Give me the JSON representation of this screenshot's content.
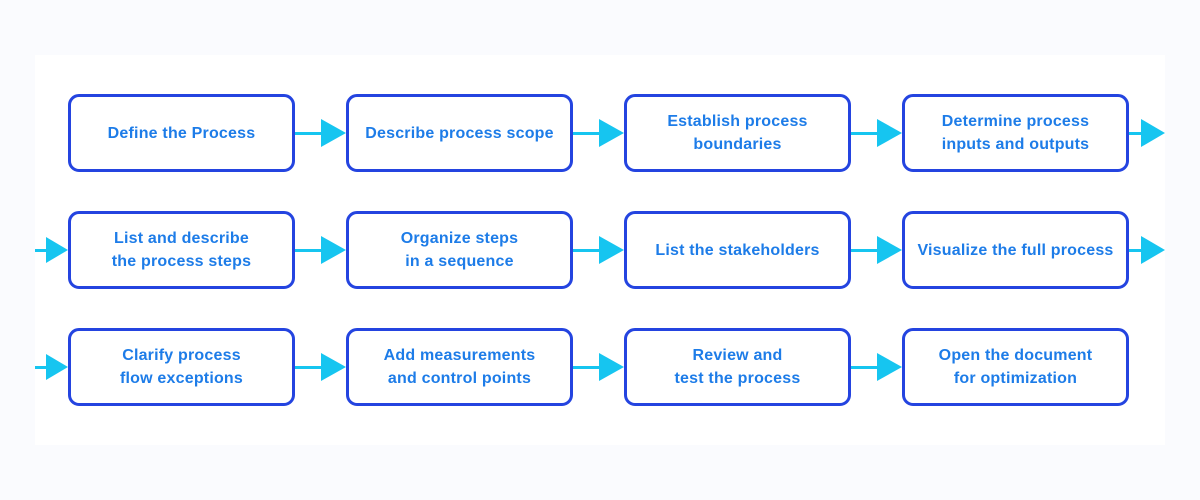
{
  "diagram": {
    "kind": "process-flowchart",
    "colors": {
      "page_background": "#fafbfe",
      "canvas_background": "#ffffff",
      "box_border": "#2444e0",
      "box_text": "#1d7ce8",
      "arrow": "#16c5f0"
    },
    "flow": {
      "rows": [
        {
          "has_incoming_edge_arrow": false,
          "has_outgoing_edge_arrow": true,
          "boxes": [
            {
              "text": "Define the Process"
            },
            {
              "text": "Describe process scope"
            },
            {
              "text": "Establish process\nboundaries"
            },
            {
              "text": "Determine process\ninputs and outputs"
            }
          ]
        },
        {
          "has_incoming_edge_arrow": true,
          "has_outgoing_edge_arrow": true,
          "boxes": [
            {
              "text": "List and describe\nthe process steps"
            },
            {
              "text": "Organize steps\nin a sequence"
            },
            {
              "text": "List the stakeholders"
            },
            {
              "text": "Visualize the full process"
            }
          ]
        },
        {
          "has_incoming_edge_arrow": true,
          "has_outgoing_edge_arrow": false,
          "boxes": [
            {
              "text": "Clarify process\nflow exceptions"
            },
            {
              "text": "Add measurements\nand control points"
            },
            {
              "text": "Review and\ntest the process"
            },
            {
              "text": "Open the document\nfor optimization"
            }
          ]
        }
      ]
    }
  }
}
